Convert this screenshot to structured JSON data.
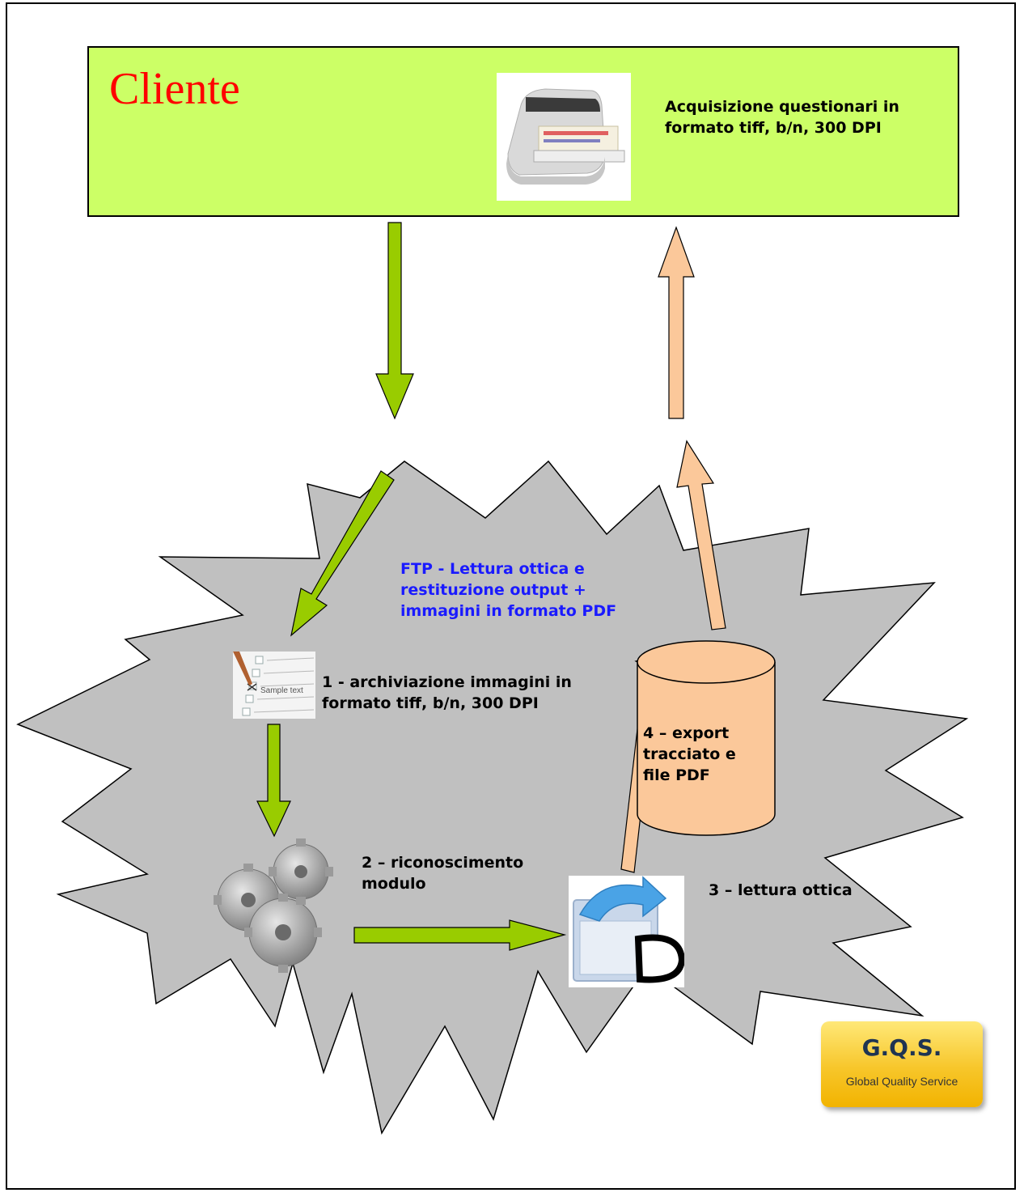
{
  "client": {
    "title": "Cliente",
    "acquisition_text": "Acquisizione questionari in\nformato tiff, b/n, 300 DPI"
  },
  "center": {
    "ftp_text": "FTP  - Lettura ottica e\nrestituzione output +\nimmagini in formato PDF",
    "ftp_color": "#1a1aff"
  },
  "steps": {
    "step1": "1 - archiviazione immagini in\nformato tiff, b/n, 300 DPI",
    "step2": "2 – riconoscimento\nmodulo",
    "step3": "3 – lettura ottica",
    "step4": "4 – export\ntracciato e\nfile PDF"
  },
  "logo": {
    "name": "G.Q.S.",
    "subtitle": "Global Quality Service"
  },
  "colors": {
    "client_box": "#ccff66",
    "green_arrow": "#99cc00",
    "orange_arrow": "#fbc89a",
    "star": "#c0c0c0",
    "database": "#fbc89a"
  },
  "icons": [
    "scanner-icon",
    "form-checklist-icon",
    "gears-icon",
    "ocr-icon",
    "database-icon"
  ]
}
